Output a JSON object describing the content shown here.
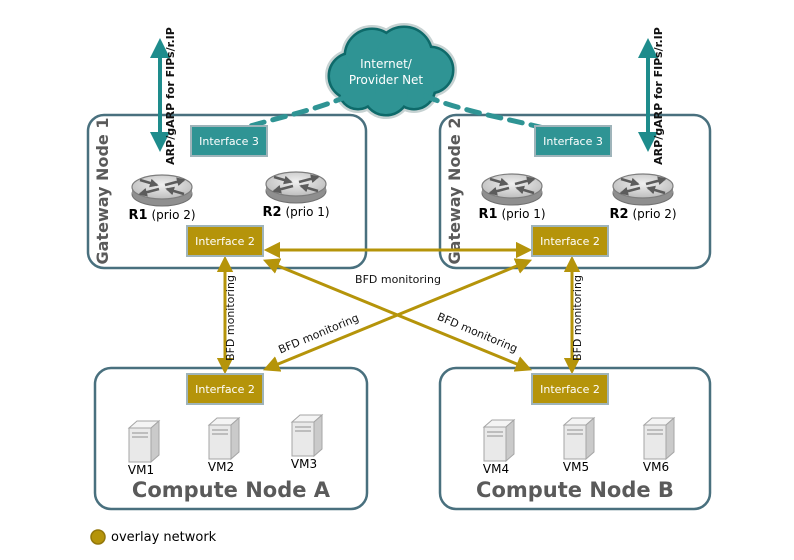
{
  "diagram": {
    "cloud": {
      "line1": "Internet/",
      "line2": "Provider Net"
    },
    "gateway1": {
      "title": "Gateway Node 1",
      "interface3_label": "Interface 3",
      "interface2_label": "Interface 2",
      "router1_name": "R1",
      "router1_prio": "(prio 2)",
      "router2_name": "R2",
      "router2_prio": "(prio 1)"
    },
    "gateway2": {
      "title": "Gateway Node 2",
      "interface3_label": "Interface 3",
      "interface2_label": "Interface 2",
      "router1_name": "R1",
      "router1_prio": "(prio 1)",
      "router2_name": "R2",
      "router2_prio": "(prio 2)"
    },
    "compute_a": {
      "title": "Compute Node A",
      "interface2_label": "Interface 2",
      "vms": [
        "VM1",
        "VM2",
        "VM3"
      ]
    },
    "compute_b": {
      "title": "Compute Node B",
      "interface2_label": "Interface 2",
      "vms": [
        "VM4",
        "VM5",
        "VM6"
      ]
    },
    "labels": {
      "arp": "ARP/gARP for FIPs/r.IP",
      "bfd": "BFD monitoring",
      "legend": "overlay network"
    },
    "colors": {
      "teal": "#1e8c8c",
      "teal_box": "#2f9494",
      "gold": "#b5940a",
      "node_border": "#49707e",
      "title_text": "#5a5a5a"
    }
  }
}
